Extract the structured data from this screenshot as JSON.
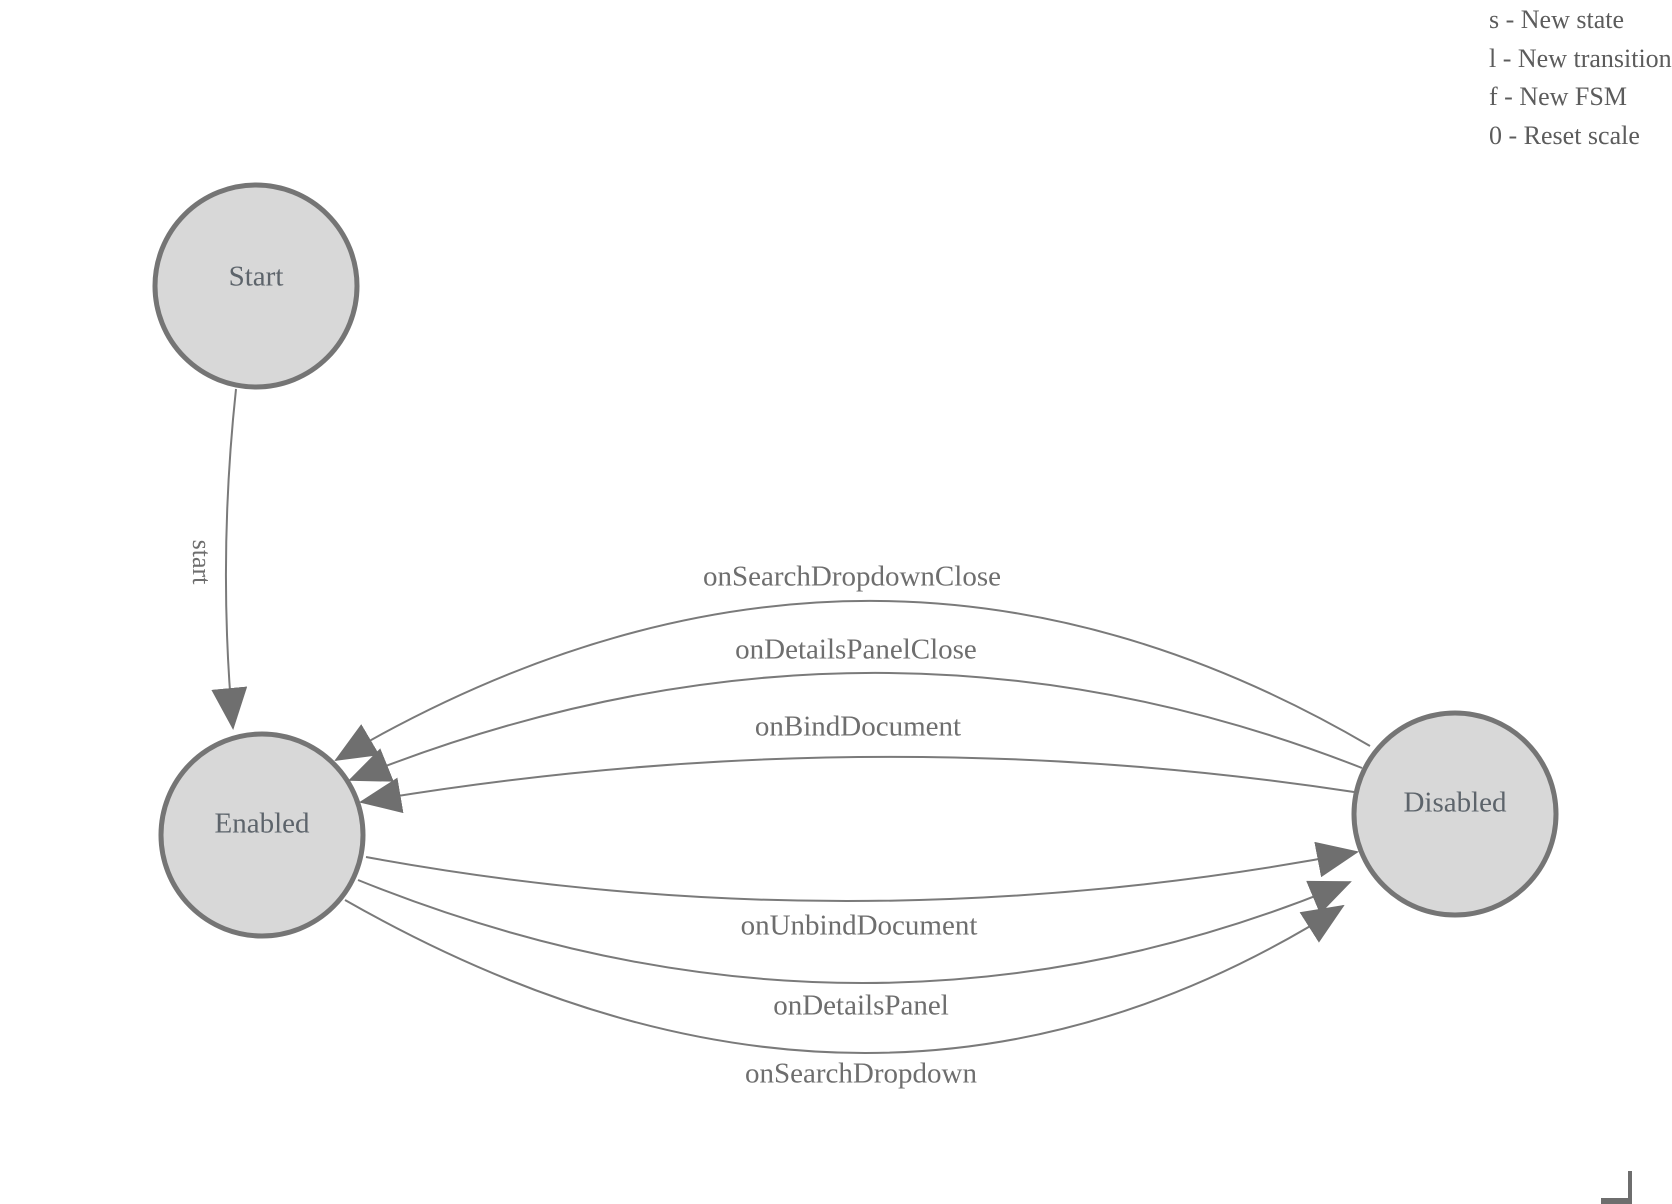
{
  "diagram_type": "finite-state-machine",
  "legend": {
    "lines": [
      "s - New state",
      "l - New transition",
      "f - New FSM",
      "0 - Reset scale"
    ]
  },
  "states": [
    {
      "id": "start",
      "label": "Start"
    },
    {
      "id": "enabled",
      "label": "Enabled"
    },
    {
      "id": "disabled",
      "label": "Disabled"
    }
  ],
  "transitions": [
    {
      "label": "start",
      "from": "Start",
      "to": "Enabled"
    },
    {
      "label": "onSearchDropdownClose",
      "from": "Disabled",
      "to": "Enabled"
    },
    {
      "label": "onDetailsPanelClose",
      "from": "Disabled",
      "to": "Enabled"
    },
    {
      "label": "onBindDocument",
      "from": "Disabled",
      "to": "Enabled"
    },
    {
      "label": "onUnbindDocument",
      "from": "Enabled",
      "to": "Disabled"
    },
    {
      "label": "onDetailsPanel",
      "from": "Enabled",
      "to": "Disabled"
    },
    {
      "label": "onSearchDropdown",
      "from": "Enabled",
      "to": "Disabled"
    }
  ],
  "colors": {
    "state_fill": "#d8d8d8",
    "state_border": "#757575",
    "edge_line": "#7a7a7a",
    "arrowhead": "#6f6f6f",
    "state_label_text": "#5d646b",
    "edge_label_text": "#6e6e6e",
    "legend_text": "#5c5c5c",
    "background": "#ffffff"
  }
}
